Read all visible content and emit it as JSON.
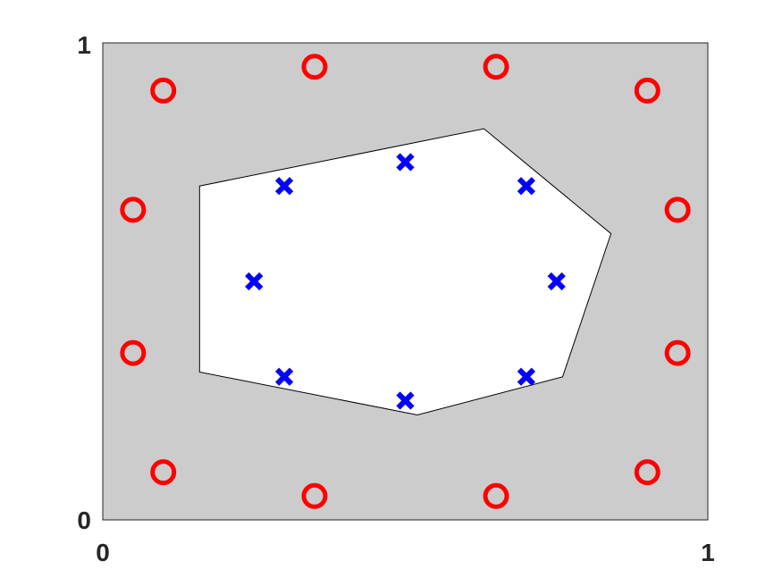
{
  "chart_data": {
    "type": "scatter",
    "xlim": [
      0,
      1
    ],
    "ylim": [
      0,
      1
    ],
    "grid": false,
    "legend": "none",
    "x_tick_labels": [
      "0",
      "1"
    ],
    "y_tick_labels": [
      "0",
      "1"
    ],
    "background_color": "#cccccc",
    "region_fill_color": "#ffffff",
    "region_polygon": [
      [
        0.16,
        0.7
      ],
      [
        0.63,
        0.82
      ],
      [
        0.84,
        0.6
      ],
      [
        0.76,
        0.3
      ],
      [
        0.52,
        0.22
      ],
      [
        0.16,
        0.31
      ]
    ],
    "series": [
      {
        "marker": "o",
        "color": "#ff0000",
        "points": [
          [
            0.1,
            0.9
          ],
          [
            0.35,
            0.95
          ],
          [
            0.65,
            0.95
          ],
          [
            0.9,
            0.9
          ],
          [
            0.05,
            0.65
          ],
          [
            0.95,
            0.65
          ],
          [
            0.05,
            0.35
          ],
          [
            0.95,
            0.35
          ],
          [
            0.1,
            0.1
          ],
          [
            0.35,
            0.05
          ],
          [
            0.65,
            0.05
          ],
          [
            0.9,
            0.1
          ]
        ]
      },
      {
        "marker": "x",
        "color": "#0000ff",
        "points": [
          [
            0.3,
            0.7
          ],
          [
            0.5,
            0.75
          ],
          [
            0.7,
            0.7
          ],
          [
            0.25,
            0.5
          ],
          [
            0.75,
            0.5
          ],
          [
            0.3,
            0.3
          ],
          [
            0.5,
            0.25
          ],
          [
            0.7,
            0.3
          ]
        ]
      }
    ]
  }
}
